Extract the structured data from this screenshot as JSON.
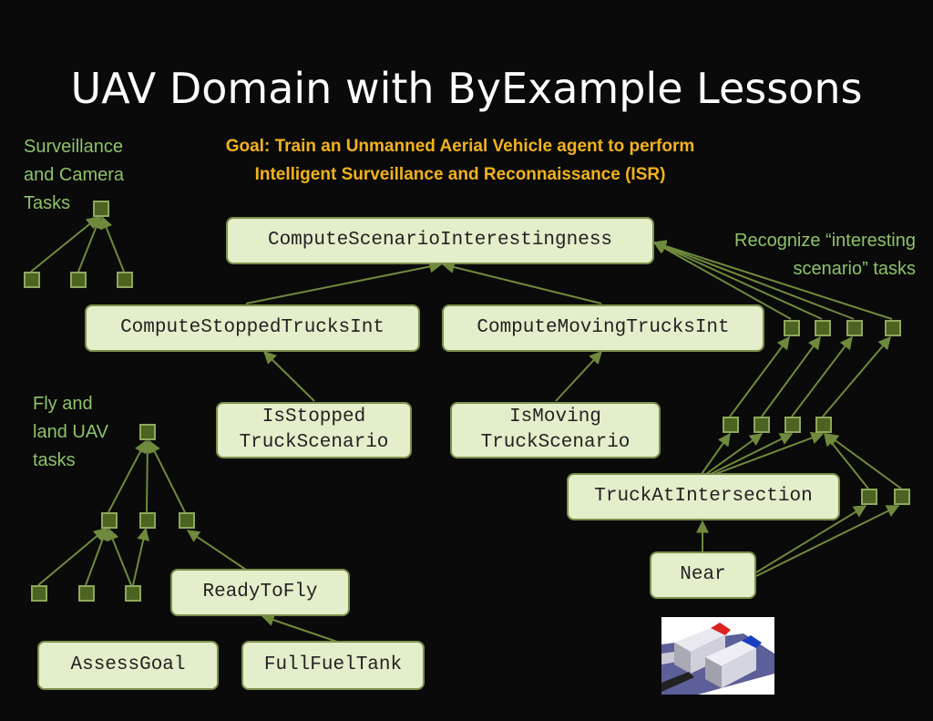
{
  "title": "UAV Domain with ByExample Lessons",
  "goal": {
    "line1": "Goal: Train an Unmanned Aerial Vehicle agent to perform",
    "line2": "Intelligent Surveillance and Reconnaissance (ISR)"
  },
  "labels": {
    "surveillance": [
      "Surveillance",
      "and Camera",
      "Tasks"
    ],
    "fly": [
      "Fly and",
      "land UAV",
      "tasks"
    ],
    "recognize": [
      "Recognize “interesting",
      "scenario” tasks"
    ]
  },
  "nodes": {
    "compute_scenario": "ComputeScenarioInterestingness",
    "compute_stopped": "ComputeStoppedTrucksInt",
    "compute_moving": "ComputeMovingTrucksInt",
    "is_stopped": [
      "IsStopped",
      "TruckScenario"
    ],
    "is_moving": [
      "IsMoving",
      "TruckScenario"
    ],
    "truck_at_intersection": "TruckAtIntersection",
    "near": "Near",
    "ready_to_fly": "ReadyToFly",
    "assess_goal": "AssessGoal",
    "full_fuel_tank": "FullFuelTank"
  },
  "colors": {
    "title": "#ffffff",
    "goal": "#f2b21c",
    "label": "#8dc26a",
    "node_fill": "#e3eecb",
    "edge": "#6f8a3c"
  },
  "image": {
    "name": "trucks-at-intersection-image"
  }
}
